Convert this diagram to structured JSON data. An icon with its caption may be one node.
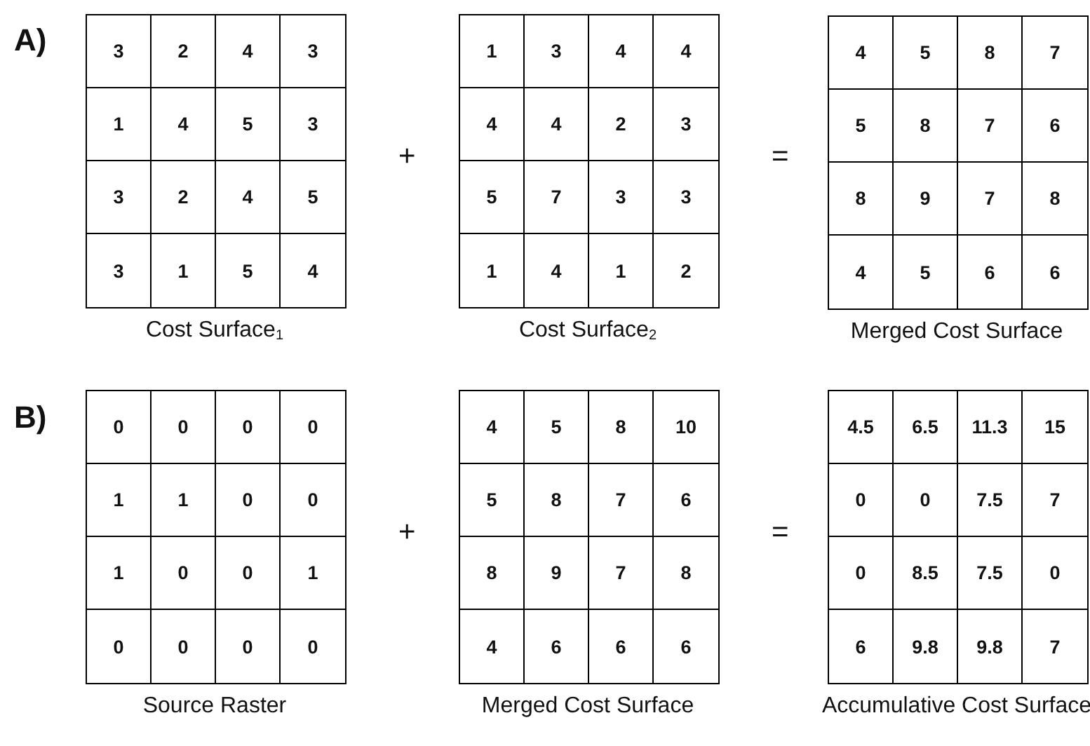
{
  "diagram": {
    "nodes": [
      {
        "text": [
          "3",
          "2",
          "4",
          "3",
          "1",
          "4",
          "5",
          "3",
          "3",
          "2",
          "4",
          "5",
          "3",
          "1",
          "5",
          "4"
        ],
        "beside": [
          "Cost Surface$_{1}$"
        ]
      },
      {
        "text": [
          "1",
          "3",
          "4",
          "4",
          "4",
          "4",
          "2",
          "3",
          "5",
          "7",
          "3",
          "3",
          "1",
          "4",
          "1",
          "2"
        ],
        "beside": [
          "Cost Surface$_{2}$"
        ]
      },
      {
        "text": [
          "4",
          "5",
          "8",
          "7",
          "5",
          "8",
          "7",
          "6",
          "8",
          "9",
          "7",
          "8",
          "4",
          "5",
          "6",
          "6"
        ],
        "beside": [
          "Merged Cost Surface"
        ]
      },
      {
        "text": [
          "0",
          "0",
          "0",
          "0",
          "1",
          "1",
          "0",
          "0",
          "1",
          "0",
          "0",
          "1",
          "0",
          "0",
          "0",
          "0"
        ],
        "beside": [
          "Source Raster"
        ]
      },
      {
        "text": [
          "4",
          "5",
          "8",
          "10",
          "5",
          "8",
          "7",
          "6",
          "8",
          "9",
          "7",
          "8",
          "4",
          "6",
          "6",
          "6"
        ],
        "beside": [
          "Merged Cost Surface"
        ]
      },
      {
        "text": [
          "4.5",
          "6.5",
          "11.3",
          "15",
          "0",
          "0",
          "7.5",
          "7",
          "0",
          "8.5",
          "7.5",
          "0",
          "6",
          "9.8",
          "9.8",
          "7"
        ],
        "beside": [
          "Accumulative Cost Surface"
        ]
      }
    ],
    "labels": [
      "A)",
      "+",
      "=",
      "B)",
      "+",
      "="
    ]
  }
}
